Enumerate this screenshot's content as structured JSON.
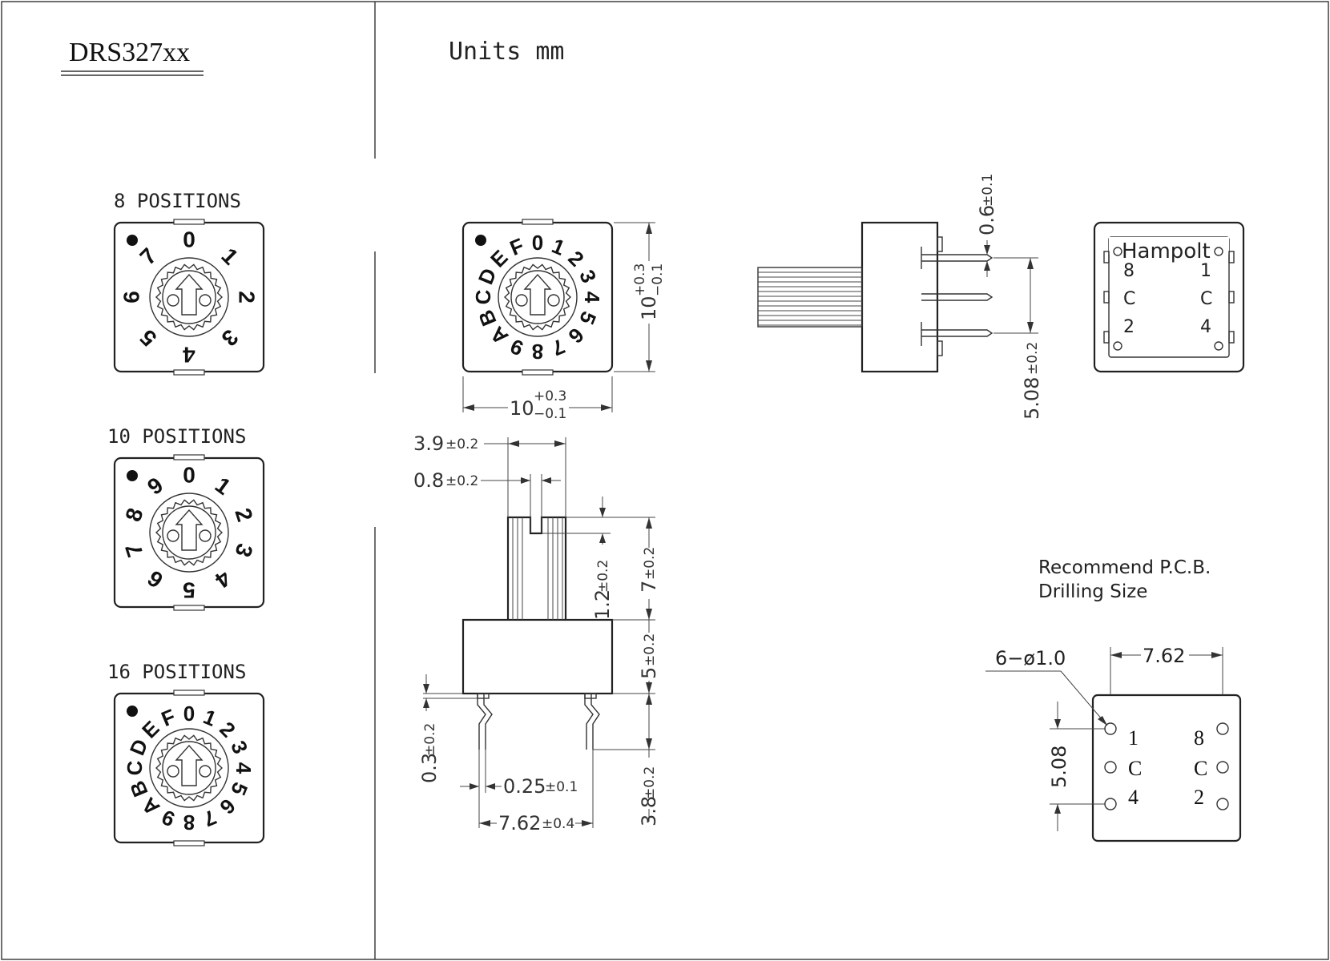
{
  "title": "DRS327xx",
  "units": "Units mm",
  "variants": [
    {
      "label": "8 POSITIONS",
      "digits": [
        "0",
        "1",
        "2",
        "3",
        "4",
        "5",
        "6",
        "7"
      ]
    },
    {
      "label": "10 POSITIONS",
      "digits": [
        "0",
        "1",
        "2",
        "3",
        "4",
        "5",
        "6",
        "7",
        "8",
        "9"
      ]
    },
    {
      "label": "16 POSITIONS",
      "digits": [
        "0",
        "1",
        "2",
        "3",
        "4",
        "5",
        "6",
        "7",
        "8",
        "9",
        "A",
        "B",
        "C",
        "D",
        "E",
        "F"
      ]
    }
  ],
  "front_view": {
    "digits": [
      "0",
      "1",
      "2",
      "3",
      "4",
      "5",
      "6",
      "7",
      "8",
      "9",
      "A",
      "B",
      "C",
      "D",
      "E",
      "F"
    ],
    "width_dim": {
      "base": "10",
      "tol_plus": "+0.3",
      "tol_minus": "−0.1"
    },
    "height_dim": {
      "base": "10",
      "tol_plus": "+0.3",
      "tol_minus": "−0.1"
    }
  },
  "side_view": {
    "pin_width": {
      "base": "0.6",
      "tol": "±0.1"
    },
    "pin_pitch": {
      "base": "5.08",
      "tol": "±0.2"
    }
  },
  "bottom_view": {
    "brand": "Hampolt",
    "left_labels": [
      "8",
      "C",
      "2"
    ],
    "right_labels": [
      "1",
      "C",
      "4"
    ]
  },
  "elevation": {
    "shaft_width": {
      "base": "3.9",
      "tol": "±0.2"
    },
    "slot_width": {
      "base": "0.8",
      "tol": "±0.2"
    },
    "slot_depth": {
      "base": "1.2",
      "tol": "±0.2"
    },
    "shaft_height": {
      "base": "7",
      "tol": "±0.2"
    },
    "body_height": {
      "base": "5",
      "tol": "±0.2"
    },
    "standoff": {
      "base": "0.3",
      "tol": "±0.2"
    },
    "pin_thickness": {
      "base": "0.25",
      "tol": "±0.1"
    },
    "pin_length": {
      "base": "3.8",
      "tol": "±0.2"
    },
    "row_spacing": {
      "base": "7.62",
      "tol": "±0.4"
    }
  },
  "pcb": {
    "title_line1": "Recommend P.C.B.",
    "title_line2": "Drilling Size",
    "holes": "6−ø1.0",
    "width": "7.62",
    "pitch": "5.08",
    "left_labels": [
      "1",
      "C",
      "4"
    ],
    "right_labels": [
      "8",
      "C",
      "2"
    ]
  }
}
